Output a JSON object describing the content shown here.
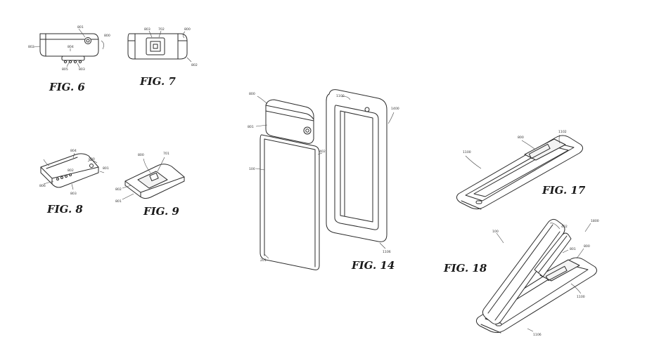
{
  "figures": [
    {
      "id": "fig6",
      "label": "FIG. 6",
      "refs": [
        "801",
        "800",
        "802",
        "804",
        "805",
        "803"
      ]
    },
    {
      "id": "fig7",
      "label": "FIG. 7",
      "refs": [
        "803",
        "702",
        "802",
        "800"
      ]
    },
    {
      "id": "fig8",
      "label": "FIG. 8",
      "refs": [
        "804",
        "800",
        "801",
        "802",
        "806",
        "803"
      ]
    },
    {
      "id": "fig9",
      "label": "FIG. 9",
      "refs": [
        "800",
        "701",
        "802",
        "801"
      ]
    },
    {
      "id": "fig14",
      "label": "FIG. 14",
      "refs": [
        "800",
        "801",
        "1100",
        "1400",
        "402",
        "100",
        "201",
        "1106"
      ]
    },
    {
      "id": "fig17",
      "label": "FIG. 17",
      "refs": [
        "1100",
        "800",
        "1102"
      ]
    },
    {
      "id": "fig18",
      "label": "FIG. 18",
      "refs": [
        "100",
        "402",
        "1800",
        "801",
        "800",
        "1100",
        "1106"
      ]
    }
  ]
}
